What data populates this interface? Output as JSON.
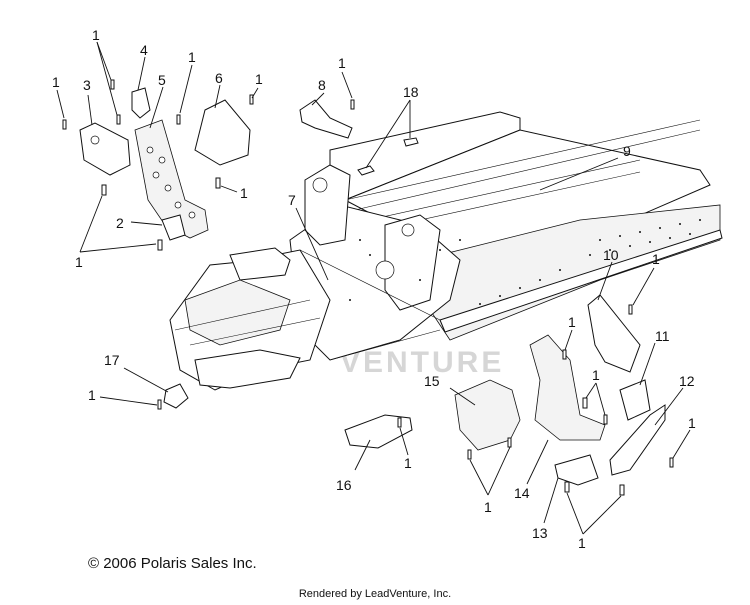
{
  "callouts": [
    {
      "id": "c1a",
      "text": "1"
    },
    {
      "id": "c1b",
      "text": "1"
    },
    {
      "id": "c1c",
      "text": "1"
    },
    {
      "id": "c1d",
      "text": "1"
    },
    {
      "id": "c1e",
      "text": "1"
    },
    {
      "id": "c1f",
      "text": "1"
    },
    {
      "id": "c1g",
      "text": "1"
    },
    {
      "id": "c1h",
      "text": "1"
    },
    {
      "id": "c1i",
      "text": "1"
    },
    {
      "id": "c1j",
      "text": "1"
    },
    {
      "id": "c1k",
      "text": "1"
    },
    {
      "id": "c1l",
      "text": "1"
    },
    {
      "id": "c1m",
      "text": "1"
    },
    {
      "id": "c1n",
      "text": "1"
    },
    {
      "id": "c1o",
      "text": "1"
    },
    {
      "id": "c2",
      "text": "2"
    },
    {
      "id": "c3",
      "text": "3"
    },
    {
      "id": "c4",
      "text": "4"
    },
    {
      "id": "c5",
      "text": "5"
    },
    {
      "id": "c6",
      "text": "6"
    },
    {
      "id": "c7",
      "text": "7"
    },
    {
      "id": "c8",
      "text": "8"
    },
    {
      "id": "c9",
      "text": "9"
    },
    {
      "id": "c10",
      "text": "10"
    },
    {
      "id": "c11",
      "text": "11"
    },
    {
      "id": "c12",
      "text": "12"
    },
    {
      "id": "c13",
      "text": "13"
    },
    {
      "id": "c14",
      "text": "14"
    },
    {
      "id": "c15",
      "text": "15"
    },
    {
      "id": "c16",
      "text": "16"
    },
    {
      "id": "c17",
      "text": "17"
    },
    {
      "id": "c18",
      "text": "18"
    }
  ],
  "watermark": "VENTURE",
  "copyright": "© 2006 Polaris Sales Inc.",
  "rendered_by": "Rendered by LeadVenture, Inc."
}
